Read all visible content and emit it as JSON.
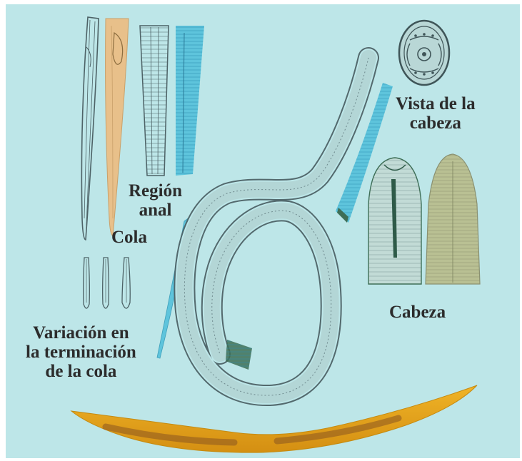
{
  "labels": {
    "region_anal": [
      "Región",
      "anal"
    ],
    "cola": "Cola",
    "vista_cabeza": [
      "Vista de la",
      "cabeza"
    ],
    "cabeza": "Cabeza",
    "variacion": [
      "Variación en",
      "la terminación",
      "de la cola"
    ]
  },
  "colors": {
    "background": "#bde6e8",
    "ink": "#4d6266",
    "tan": "#e8c08a",
    "blue": "#5ec4dc",
    "olive": "#b9c093",
    "orange": "#e0a21e",
    "brown": "#8a5520",
    "green": "#3e6e56"
  }
}
